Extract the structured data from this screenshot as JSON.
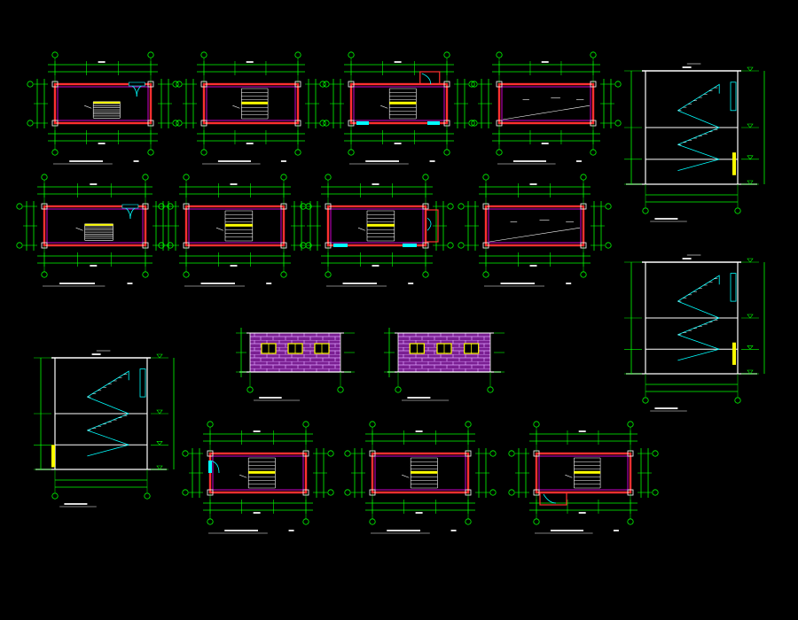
{
  "drawing": {
    "background": "#000000",
    "colors": {
      "dimension": "#00ff00",
      "wall": "#ff3030",
      "inner_wall": "#ff00ff",
      "stair": "#ffff00",
      "window": "#00ffff",
      "grid_bubble": "#00ff00",
      "brick_fill": "#9a2fb0",
      "section_line": "#ffffff",
      "text": "#ffffff"
    },
    "plan_views": [
      {
        "kind": "plan-door-right"
      },
      {
        "kind": "plan-stair"
      },
      {
        "kind": "plan-stair-door"
      },
      {
        "kind": "plan-roof"
      },
      {
        "kind": "plan-door-right"
      },
      {
        "kind": "plan-stair"
      },
      {
        "kind": "plan-stair-side"
      },
      {
        "kind": "plan-roof"
      },
      {
        "kind": "plan-stair-left"
      },
      {
        "kind": "plan-stair"
      },
      {
        "kind": "plan-stair-door-bottom"
      }
    ],
    "section_views": [
      {
        "kind": "section-full"
      },
      {
        "kind": "section-full"
      },
      {
        "kind": "section-short"
      }
    ],
    "elevation_views": [
      {
        "kind": "elevation-brick",
        "windows": 3
      },
      {
        "kind": "elevation-brick",
        "windows": 3
      }
    ]
  }
}
